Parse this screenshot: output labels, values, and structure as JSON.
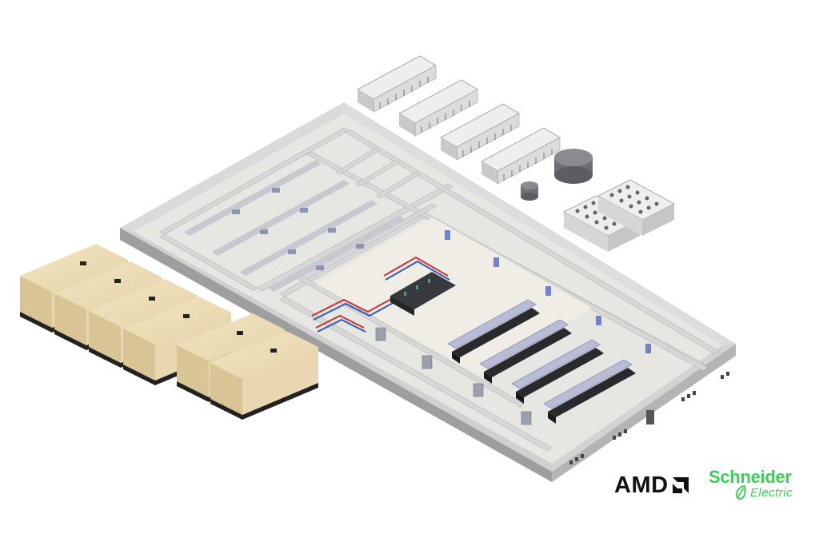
{
  "logos": {
    "amd": {
      "text": "AMD"
    },
    "schneider": {
      "line1": "Schneider",
      "line2": "Electric"
    }
  },
  "colors": {
    "background": "#ffffff",
    "wall_top": "#d8d9d8",
    "wall_face": "#a9aaa9",
    "floor": "#ebebe8",
    "white_space_floor": "#f0eee6",
    "generator": "#e8d7b0",
    "generator_base": "#222222",
    "rack": "#2a2a2e",
    "cooling_frame": "#b8bcd6",
    "pipe_red": "#c8342e",
    "pipe_blue": "#3556b4",
    "door": "#6f84c8",
    "schneider_green": "#3dcd58",
    "amd_black": "#111111"
  },
  "equipment": {
    "generators": 6,
    "rack_rows": 4,
    "chillers": 4,
    "dry_coolers": 2,
    "tanks": 2,
    "corridor_units": 4
  }
}
